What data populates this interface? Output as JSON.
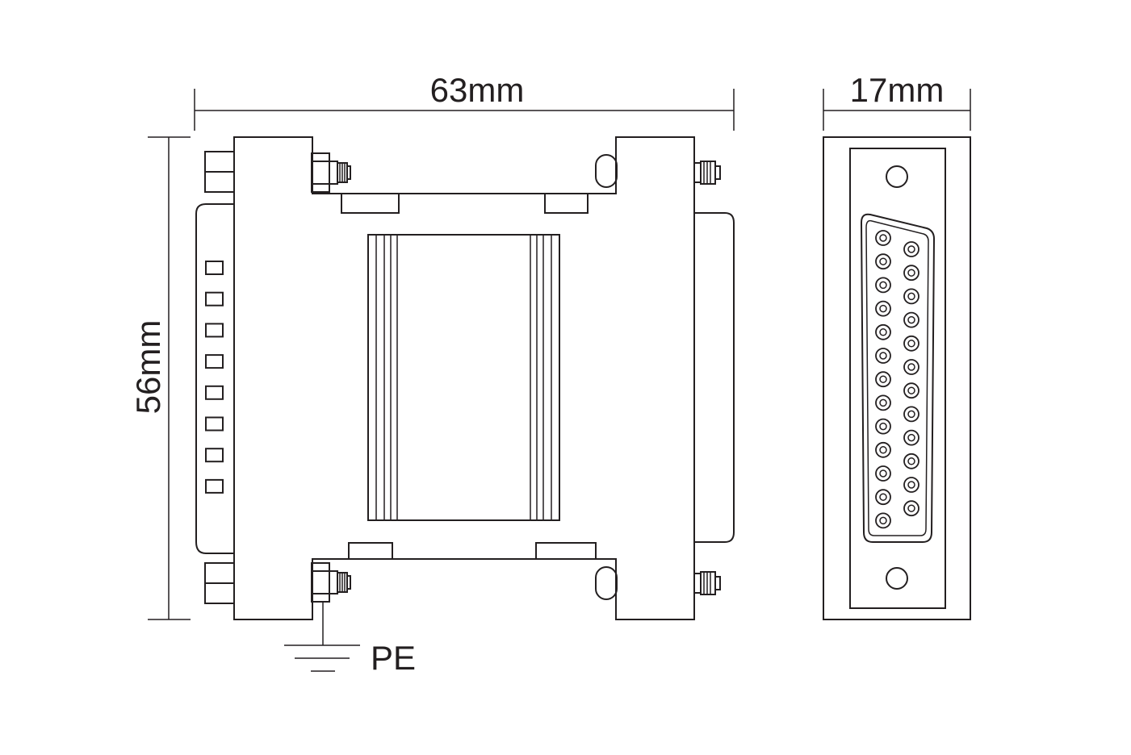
{
  "dimensions": {
    "width_label": "63mm",
    "height_label": "56mm",
    "depth_label": "17mm"
  },
  "ground": {
    "label": "PE"
  },
  "connector": {
    "pins_left_column": 13,
    "pins_right_column": 12
  },
  "side_indicators": {
    "count": 8
  },
  "colors": {
    "line": "#231f20",
    "background": "#ffffff"
  }
}
